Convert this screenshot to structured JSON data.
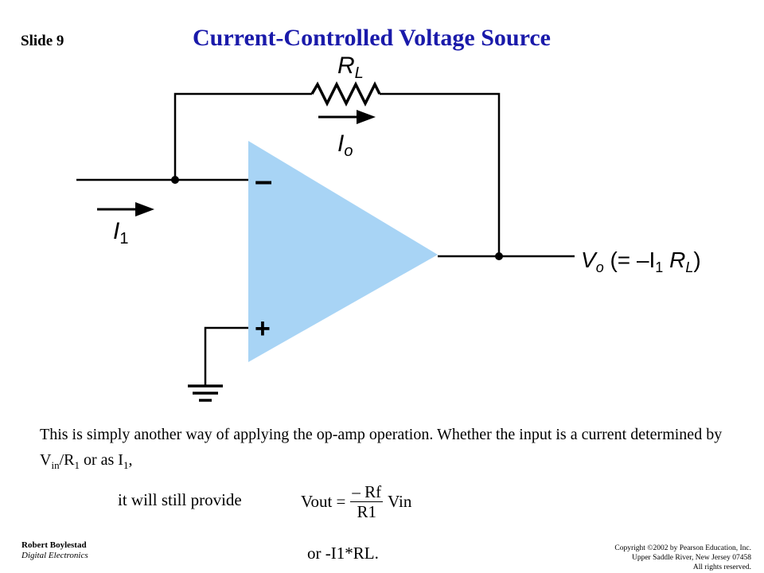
{
  "slide": {
    "number_label": "Slide 9",
    "title": "Current-Controlled Voltage Source"
  },
  "circuit": {
    "feedback_resistor_label": "R",
    "feedback_resistor_sub": "L",
    "output_current_label": "I",
    "output_current_sub": "o",
    "input_current_label": "I",
    "input_current_sub": "1",
    "inverting_sign": "–",
    "noninverting_sign": "+",
    "output_label": "V",
    "output_label_sub": "o",
    "output_expr_open": " (= –I",
    "output_expr_sub1": "1",
    "output_expr_mid": " R",
    "output_expr_sub2": "L",
    "output_expr_close": ")",
    "opamp_color": "#a8d4f5"
  },
  "body": {
    "text_part1": "This is simply another way of applying the op-amp operation. Whether the input is a current determined by V",
    "text_sub_in": "in",
    "text_part2": "/R",
    "text_sub_1": "1",
    "text_part3": " or as I",
    "text_sub_2": "1",
    "text_part4": ","
  },
  "formula": {
    "prefix_label": "it will still provide",
    "lhs": "Vout =",
    "numerator": "– Rf",
    "denominator": "R1",
    "rhs": "Vin",
    "alt": "or  -I1*RL."
  },
  "footer": {
    "author": "Robert Boylestad",
    "book": "Digital Electronics",
    "copyright_line1": "Copyright ©2002 by Pearson Education, Inc.",
    "copyright_line2": "Upper Saddle River, New Jersey 07458",
    "copyright_line3": "All rights reserved."
  }
}
